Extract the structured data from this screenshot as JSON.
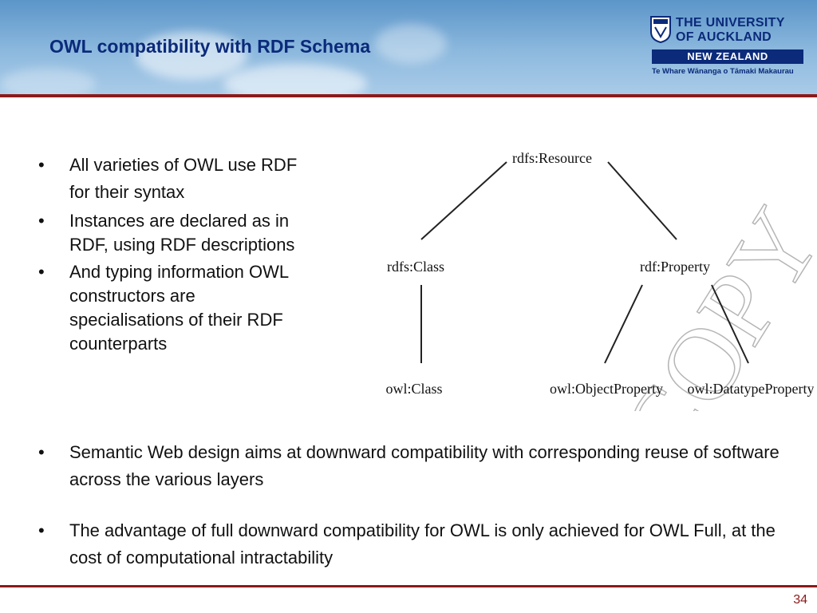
{
  "header": {
    "title": "OWL compatibility with RDF Schema",
    "accent_color": "#8c1a1a",
    "title_color": "#0b2a7a"
  },
  "logo": {
    "icon": "university-crest-icon",
    "line1": "THE UNIVERSITY",
    "line2": "OF AUCKLAND",
    "bar": "NEW ZEALAND",
    "tagline": "Te Whare Wānanga o Tāmaki Makaurau"
  },
  "left_bullets": [
    "All varieties of OWL use RDF for their syntax",
    "Instances are declared as in RDF, using RDF descriptions",
    "And typing information OWL constructors are specialisations of their RDF counterparts"
  ],
  "bottom_bullets": [
    "Semantic Web design aims at downward compatibility with corresponding reuse of software across the various layers",
    "The advantage of full downward compatibility for OWL is only achieved for OWL Full, at the cost of computational intractability"
  ],
  "diagram": {
    "nodes": {
      "resource": "rdfs:Resource",
      "rdfs_class": "rdfs:Class",
      "rdf_property": "rdf:Property",
      "owl_class": "owl:Class",
      "owl_object_property": "owl:ObjectProperty",
      "owl_datatype_property": "owl:DatatypeProperty"
    },
    "watermark": "COPY"
  },
  "footer": {
    "page_number": "34"
  }
}
